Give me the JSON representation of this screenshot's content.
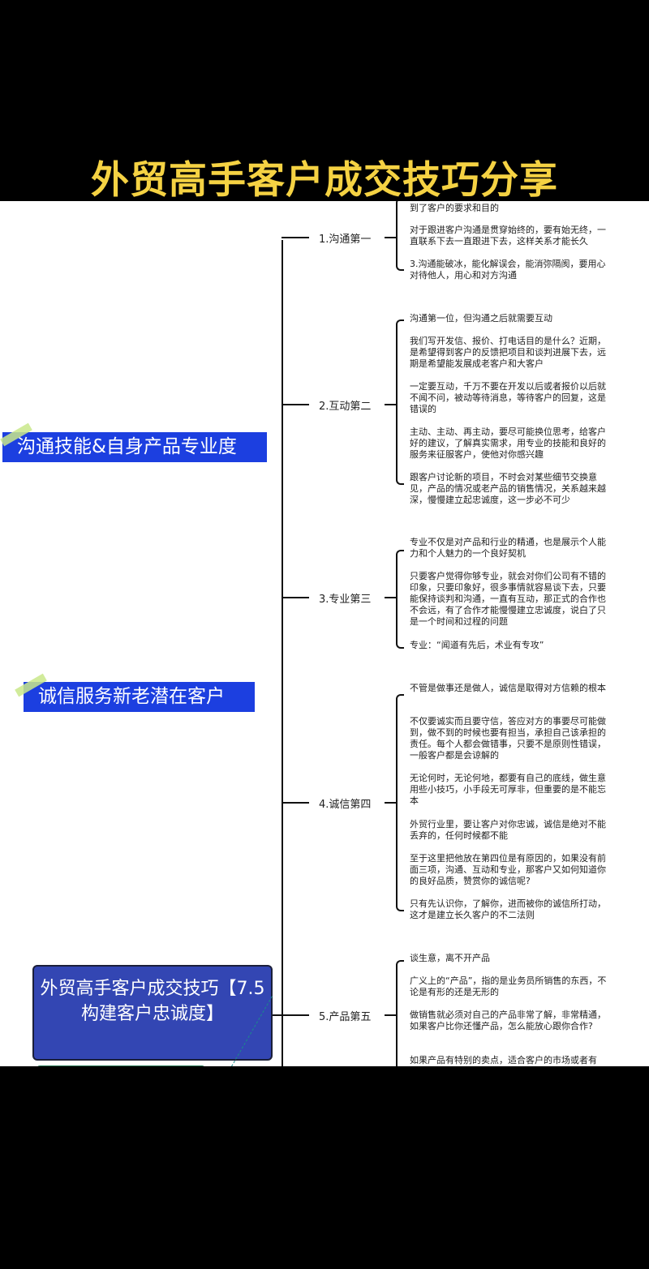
{
  "title": "外贸高手客户成交技巧分享",
  "root": {
    "label": "外贸高手客户成交技巧【7.5构建客户忠诚度】"
  },
  "tags": [
    "沟通技能&自身产品专业度",
    "诚信服务新老潜在客户"
  ],
  "branches": [
    {
      "label": "1.沟通第一",
      "items": [
        "到了客户的要求和目的",
        "对于跟进客户沟通是贯穿始终的，要有始无终，一直联系下去一直跟进下去，这样关系才能长久",
        "3.沟通能破冰，能化解误会，能消弥隔阂，要用心对待他人，用心和对方沟通"
      ]
    },
    {
      "label": "2.互动第二",
      "items": [
        "沟通第一位，但沟通之后就需要互动",
        "我们写开发信、报价、打电话目的是什么？近期，是希望得到客户的反馈把项目和谈判进展下去，远期是希望能发展成老客户和大客户",
        "一定要互动，千万不要在开发以后或者报价以后就不闻不问，被动等待消息，等待客户的回复，这是错误的",
        "主动、主动、再主动，要尽可能换位思考，给客户好的建议，了解真实需求，用专业的技能和良好的服务来征服客户，使他对你感兴趣",
        "跟客户讨论新的项目，不时会对某些细节交换意见，产品的情况或老产品的销售情况，关系越来越深，慢慢建立起忠诚度，这一步必不可少"
      ]
    },
    {
      "label": "3.专业第三",
      "items": [
        "专业不仅是对产品和行业的精通，也是展示个人能力和个人魅力的一个良好契机",
        "只要客户觉得你够专业，就会对你们公司有不错的印象，只要印象好，很多事情就容易谈下去，只要能保持谈判和沟通，一直有互动，那正式的合作也不会远，有了合作才能慢慢建立忠诚度，说白了只是一个时间和过程的问题",
        "专业：“闻道有先后，术业有专攻”"
      ]
    },
    {
      "label": "4.诚信第四",
      "items": [
        "不管是做事还是做人，诚信是取得对方信赖的根本",
        "不仅要诚实而且要守信，答应对方的事要尽可能做到，做不到的时候也要有担当，承担自己该承担的责任。每个人都会做错事，只要不是原则性错误，一般客户都是会谅解的",
        "无论何时，无论何地，都要有自己的底线，做生意用些小技巧，小手段无可厚非，但重要的是不能忘本",
        "外贸行业里，要让客户对你忠诚，诚信是绝对不能丢弃的，任何时候都不能",
        "至于这里把他放在第四位是有原因的，如果没有前面三项，沟通、互动和专业，那客户又如何知道你的良好品质，赞赏你的诚信呢?",
        "只有先认识你，了解你，进而被你的诚信所打动，这才是建立长久客户的不二法则"
      ]
    },
    {
      "label": "5.产品第五",
      "items": [
        "谈生意，离不开产品",
        "广义上的“产品”，指的是业务员所销售的东西，不论是有形的还是无形的",
        "做销售就必须对自己的产品非常了解，非常精通，如果客户比你还懂产品，怎么能放心跟你合作?",
        "如果产品有特别的卖点，适合客户的市场或者有"
      ]
    }
  ],
  "colors": {
    "title": "#f5d243",
    "tag": "#1c3fe0",
    "root": "#3346b3",
    "background_band": "#000000"
  }
}
